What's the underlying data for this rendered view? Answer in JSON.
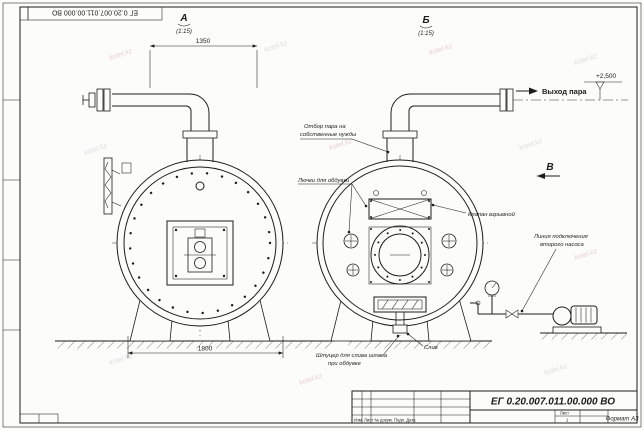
{
  "drawing": {
    "doc_number": "ЕГ 0.20.007.011.00.000  ВО",
    "format_label": "Формат А3",
    "stamp_columns": "Изм. Лист   № докум.   Подп.   Дата",
    "sheet_label": "Лист",
    "sheet_value": "1",
    "watermark": "kotel.kz"
  },
  "views": {
    "a": {
      "label": "А",
      "scale": "(1:15)"
    },
    "b": {
      "label": "Б",
      "scale": "(1:15)"
    },
    "v": {
      "label": "В"
    }
  },
  "dimensions": {
    "top_width": "1350",
    "base_width": "1800",
    "level": "+2,500"
  },
  "annotations": {
    "steam_out": "Выход пара",
    "steam_own1": "Отбор пара на",
    "steam_own2": "собственные нужды",
    "hatches": "Лючки для обдувки",
    "valve": "Клапан взрывной",
    "pump_line1": "Линия подключения",
    "pump_line2": "второго насоса",
    "drain": "Слив",
    "sludge1": "Штуцер для слива шлама",
    "sludge2": "при обдувке"
  }
}
